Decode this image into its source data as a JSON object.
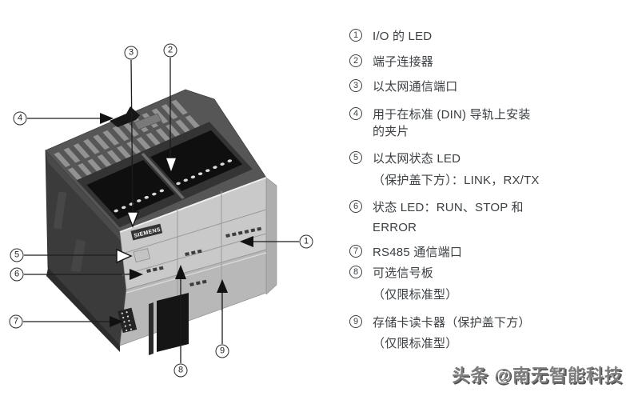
{
  "device": {
    "brand": "SIEMENS"
  },
  "callouts": {
    "c1": "1",
    "c2": "2",
    "c3": "3",
    "c4": "4",
    "c5": "5",
    "c6": "6",
    "c7": "7",
    "c8": "8",
    "c9": "9"
  },
  "legend": [
    {
      "num": "1",
      "lines": [
        "I/O 的 LED"
      ]
    },
    {
      "num": "2",
      "lines": [
        "端子连接器"
      ]
    },
    {
      "num": "3",
      "lines": [
        "以太网通信端口"
      ]
    },
    {
      "num": "4",
      "lines": [
        "用于在标准 (DIN) 导轨上安装",
        "的夹片"
      ]
    },
    {
      "num": "5",
      "lines": [
        "以太网状态 LED",
        "（保护盖下方）：LINK，RX/TX"
      ]
    },
    {
      "num": "6",
      "lines": [
        "状态 LED：RUN、STOP 和",
        "ERROR"
      ]
    },
    {
      "num": "7",
      "lines": [
        "RS485 通信端口"
      ]
    },
    {
      "num": "8",
      "lines": [
        "可选信号板",
        "（仅限标准型）"
      ]
    },
    {
      "num": "9",
      "lines": [
        "存储卡读卡器（保护盖下方）",
        "（仅限标准型）"
      ]
    }
  ],
  "watermark": {
    "text": "头条 @南无智能科技"
  }
}
